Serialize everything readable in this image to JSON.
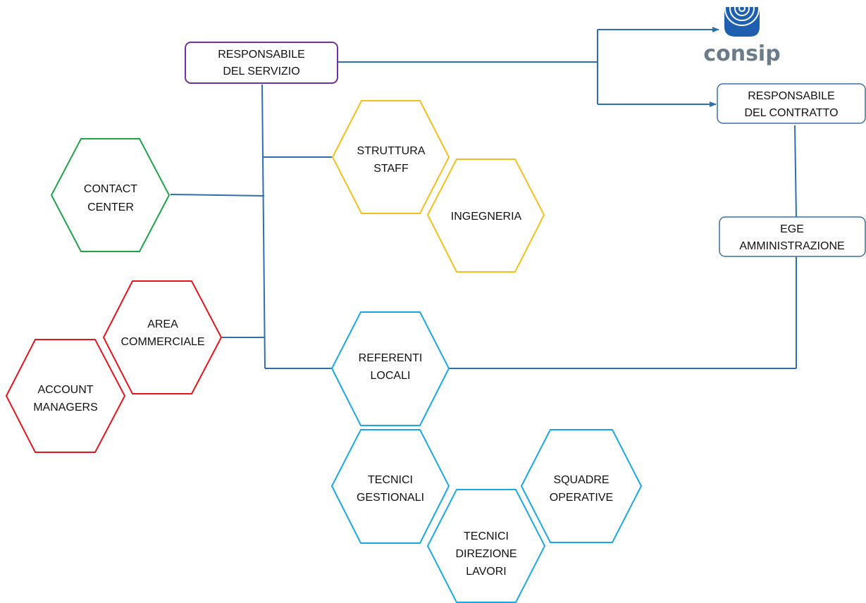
{
  "colors": {
    "connector": "#2e6fb0",
    "purple": "#7030a0",
    "green": "#1ea349",
    "yellow": "#f5be19",
    "red": "#e8141b",
    "cyan": "#19a7e6",
    "box_blue": "#3a6ea8",
    "logo_blue": "#1f5fb0",
    "logo_gray": "#6a7b8a"
  },
  "logo": {
    "text": "consip",
    "icon": "concentric-circles-logo-icon"
  },
  "boxes": {
    "responsabile_servizio": {
      "line1": "RESPONSABILE",
      "line2": "DEL SERVIZIO"
    },
    "responsabile_contratto": {
      "line1": "RESPONSABILE",
      "line2": "DEL CONTRATTO"
    },
    "ege": {
      "line1": "EGE",
      "line2": "AMMINISTRAZIONE"
    }
  },
  "hexagons": {
    "contact_center": {
      "line1": "CONTACT",
      "line2": "CENTER"
    },
    "struttura_staff": {
      "line1": "STRUTTURA",
      "line2": "STAFF"
    },
    "ingegneria": {
      "line1": "INGEGNERIA"
    },
    "area_commerciale": {
      "line1": "AREA",
      "line2": "COMMERCIALE"
    },
    "account_managers": {
      "line1": "ACCOUNT",
      "line2": "MANAGERS"
    },
    "referenti_locali": {
      "line1": "REFERENTI",
      "line2": "LOCALI"
    },
    "tecnici_gestionali": {
      "line1": "TECNICI",
      "line2": "GESTIONALI"
    },
    "squadre_operative": {
      "line1": "SQUADRE",
      "line2": "OPERATIVE"
    },
    "tecnici_direzione_lavori": {
      "line1": "TECNICI",
      "line2": "DIREZIONE",
      "line3": "LAVORI"
    }
  }
}
